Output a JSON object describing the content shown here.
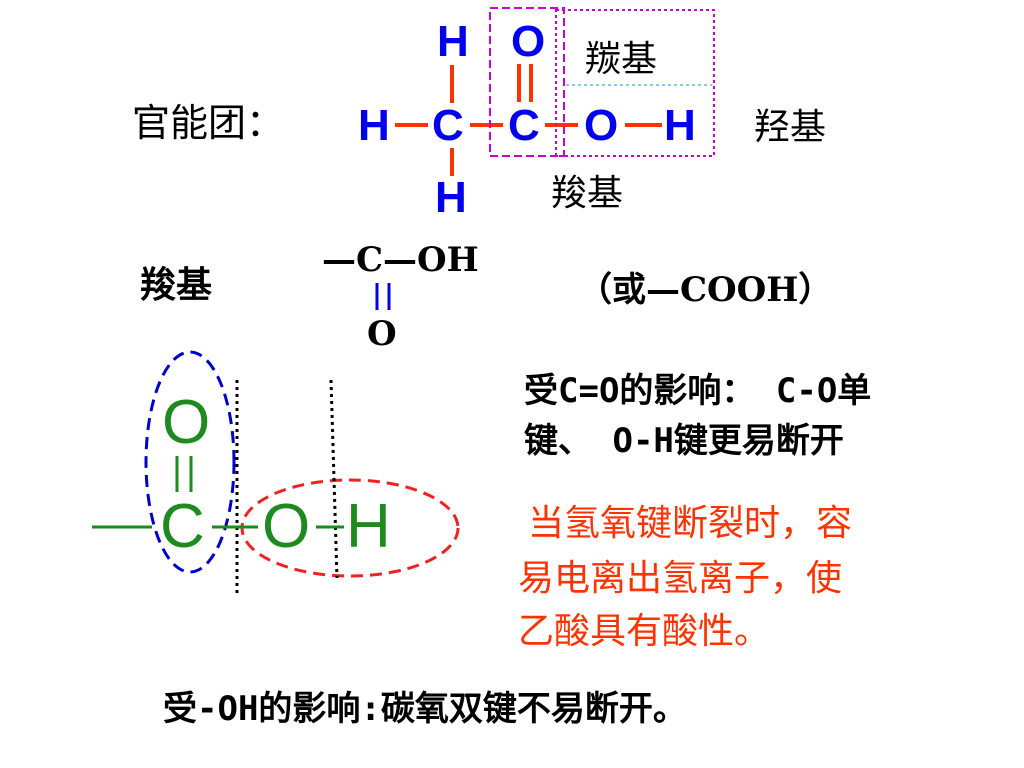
{
  "functional_group_label": "官能团：",
  "acetic_acid_structure": {
    "atoms": {
      "h_top": "H",
      "o_top": "O",
      "h_left": "H",
      "c_methyl": "C",
      "c_carbonyl": "C",
      "o_hydroxyl": "O",
      "h_hydroxyl": "H",
      "h_bottom": "H"
    },
    "annotations": {
      "carbonyl_label": "羰基",
      "hydroxyl_label": "羟基",
      "carboxyl_label": "羧基"
    }
  },
  "carboxyl_row": {
    "label": "羧基",
    "formula_top": "—C—OH",
    "formula_bottom": "O",
    "alternative": "（或—COOH）"
  },
  "bottom_structure": {
    "atoms": {
      "o_top": "O",
      "c": "C",
      "o": "O",
      "h": "H"
    }
  },
  "notes": {
    "influence_co_line1": "受C=O的影响： C-O单",
    "influence_co_line2": "键、 O-H键更易断开",
    "acidity_line1": "当氢氧键断裂时，容",
    "acidity_line2": "易电离出氢离子，使",
    "acidity_line3": "乙酸具有酸性。",
    "influence_oh": "受-OH的影响:碳氧双键不易断开。"
  },
  "colors": {
    "atom_blue": "#0000ee",
    "bond_red": "#ff3300",
    "atom_green": "#1f8a1f",
    "box_magenta": "#cc00cc",
    "ellipse_blue": "#0000cc",
    "ellipse_red": "#ee2222",
    "text_red": "#ff3300"
  }
}
